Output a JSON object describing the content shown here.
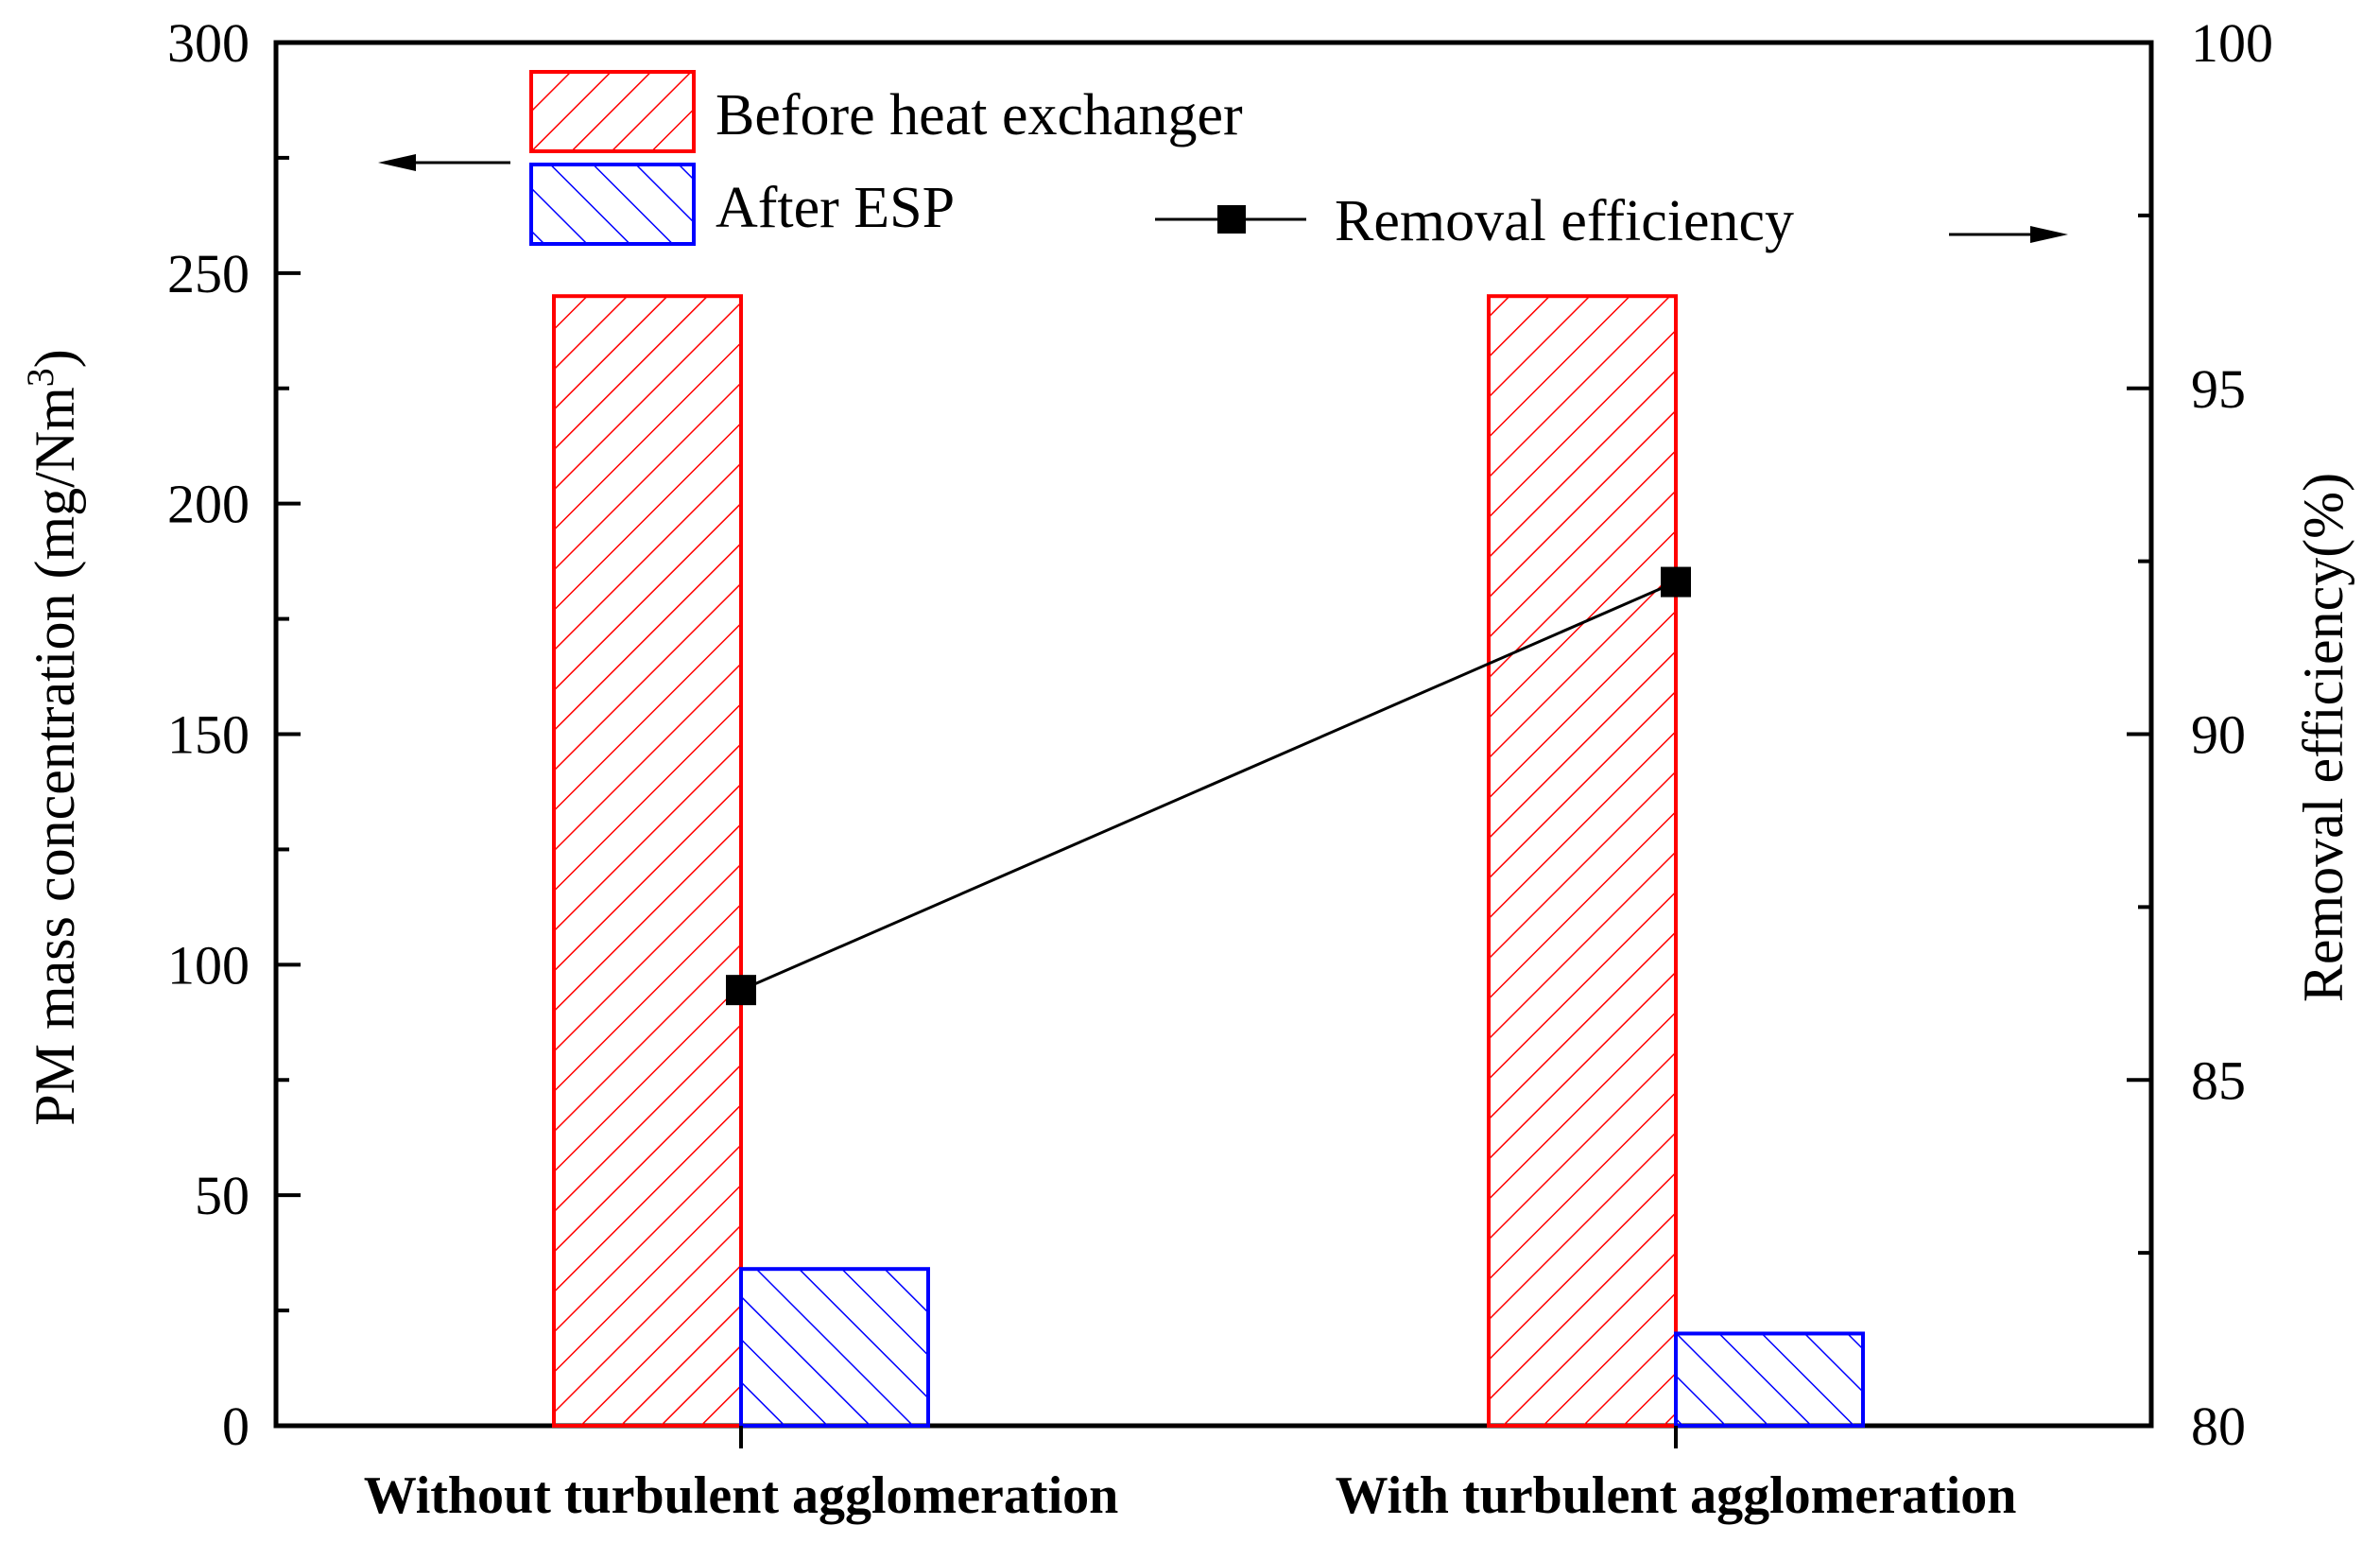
{
  "chart_data": {
    "type": "bar",
    "categories": [
      "Without turbulent agglomeration",
      "With turbulent agglomeration"
    ],
    "series": [
      {
        "name": "Before heat exchanger",
        "axis": "left",
        "kind": "bar",
        "values": [
          245,
          245
        ],
        "color": "#ff0000",
        "hatch": "forward-diagonal"
      },
      {
        "name": "After ESP",
        "axis": "left",
        "kind": "bar",
        "values": [
          34,
          20
        ],
        "color": "#0000ff",
        "hatch": "backward-diagonal"
      },
      {
        "name": "Removal efficiency",
        "axis": "right",
        "kind": "line",
        "marker": "square",
        "values": [
          86.3,
          92.2
        ],
        "color": "#000000"
      }
    ],
    "ylabel": "PM mass concentration (mg/Nm",
    "ylabel_sup": "3",
    "ylabel_close": ")",
    "y2label": "Removal efficiency(%)",
    "ylim": [
      0,
      300
    ],
    "y2lim": [
      80,
      100
    ],
    "yticks": [
      0,
      50,
      100,
      150,
      200,
      250,
      300
    ],
    "y2ticks": [
      80,
      85,
      90,
      95,
      100
    ],
    "legend": [
      {
        "label": "Before heat exchanger",
        "placement": "top-left"
      },
      {
        "label": "After ESP",
        "placement": "top-left"
      },
      {
        "label": "Removal efficiency",
        "placement": "top-right"
      }
    ]
  }
}
